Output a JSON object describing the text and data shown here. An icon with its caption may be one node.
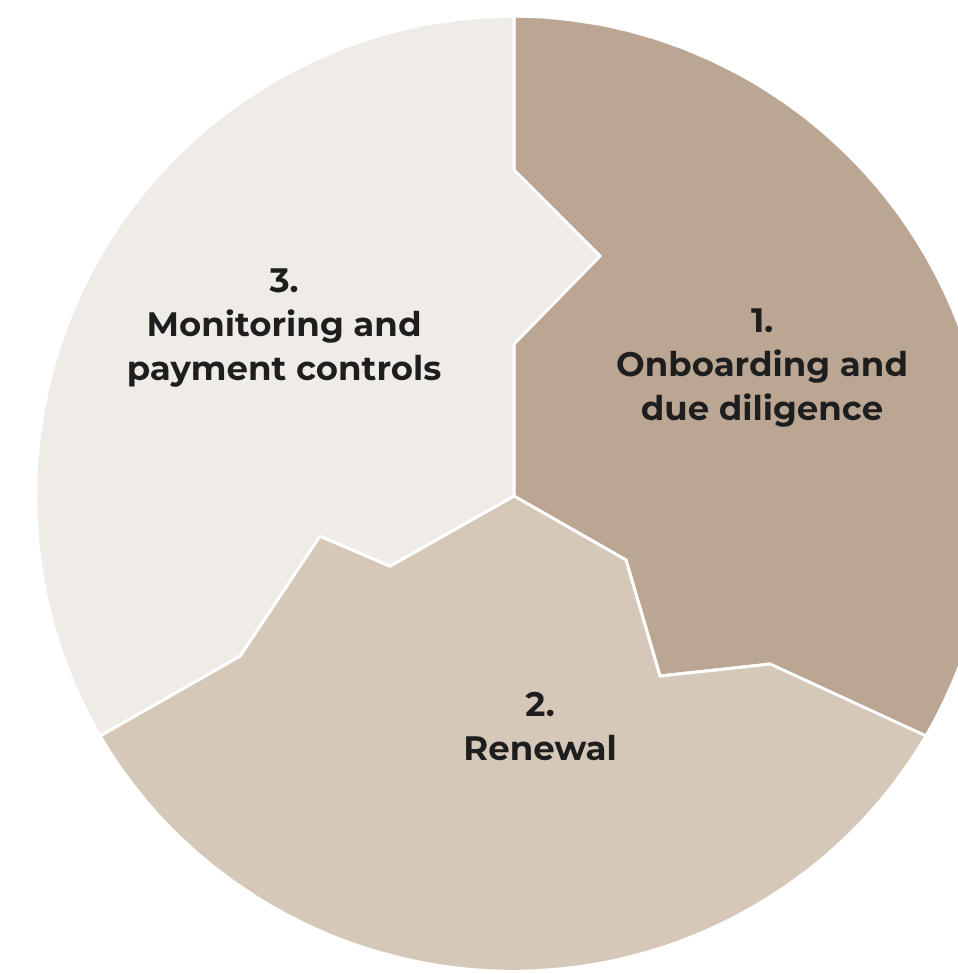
{
  "diagram": {
    "nodes": [
      {
        "text": [
          "1.",
          "Onboarding and due diligence"
        ]
      },
      {
        "text": [
          "2.",
          "Renewal"
        ]
      },
      {
        "text": [
          "3.",
          "Monitoring and payment controls"
        ]
      }
    ]
  }
}
